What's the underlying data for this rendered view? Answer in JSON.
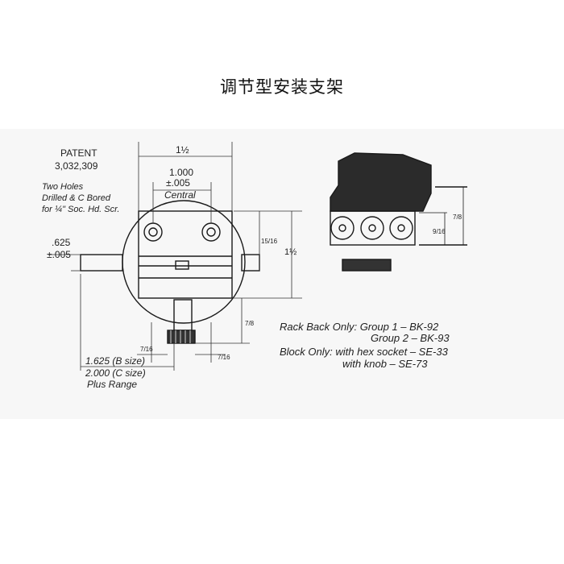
{
  "title": "调节型安装支架",
  "patent": {
    "label": "PATENT",
    "number": "3,032,309"
  },
  "holes_note": [
    "Two Holes",
    "Drilled & C Bored",
    "for ¼\" Soc. Hd. Scr."
  ],
  "dimensions": {
    "top_width": "1½",
    "hole_spacing": "1.000",
    "hole_tol": "±.005",
    "central": "Central",
    "left_offset": ".625",
    "left_tol": "±.005",
    "right_height": "1½",
    "inner_height": "15/16",
    "lower_height": "7/8",
    "knob_left": "7/16",
    "knob_right": "7/16",
    "side_height": "7/8",
    "side_inner": "9/16"
  },
  "size_range": [
    "1.625 (B size)",
    "2.000 (C size)",
    "Plus Range"
  ],
  "notes": [
    "Rack Back Only: Group 1 – BK-92",
    "Group 2 – BK-93",
    "Block Only: with hex socket – SE-33",
    "with knob – SE-73"
  ]
}
